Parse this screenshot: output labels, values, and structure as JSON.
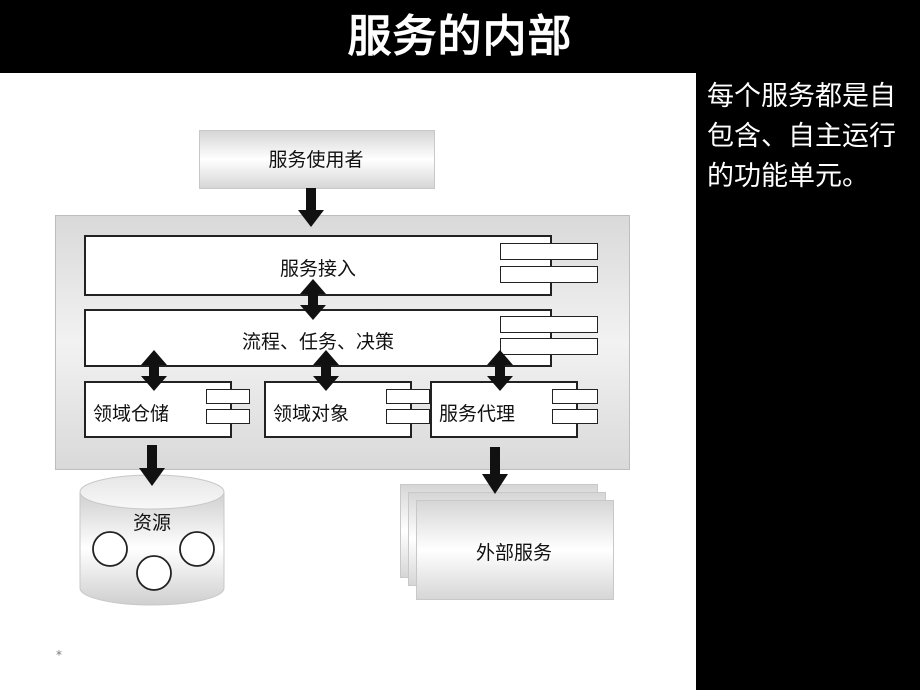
{
  "slide": {
    "title": "服务的内部",
    "side_text": "每个服务都是自包含、自主运行的功能单元。",
    "footnote": "*"
  },
  "diagram": {
    "consumer": "服务使用者",
    "access": "服务接入",
    "process": "流程、任务、决策",
    "repository": "领域仓储",
    "domain_object": "领域对象",
    "agent": "服务代理",
    "resource": "资源",
    "external": "外部服务"
  }
}
